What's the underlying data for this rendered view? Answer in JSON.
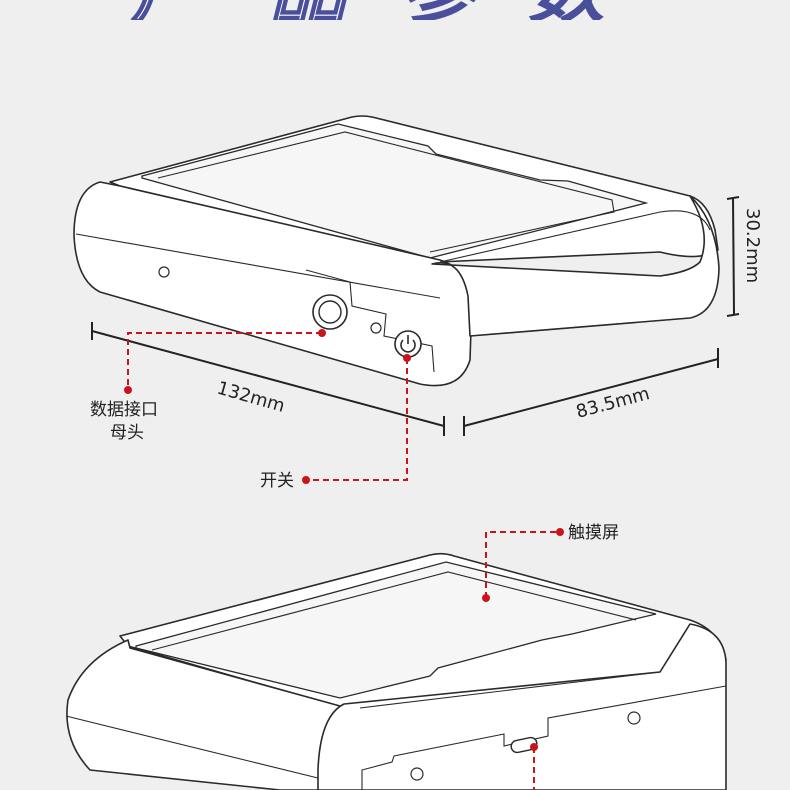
{
  "header": {
    "title_chars": [
      "产",
      "品",
      "参",
      "数"
    ]
  },
  "dimensions": {
    "length": "132mm",
    "width": "83.5mm",
    "height": "30.2mm"
  },
  "callouts": {
    "data_port_line1": "数据接口",
    "data_port_line2": "母头",
    "power_switch": "开关",
    "touch_screen": "触摸屏"
  },
  "colors": {
    "background": "#efeff0",
    "accent_red": "#c8151b",
    "outline": "#2a2a2a",
    "title_blue": "#4a4f9c"
  }
}
